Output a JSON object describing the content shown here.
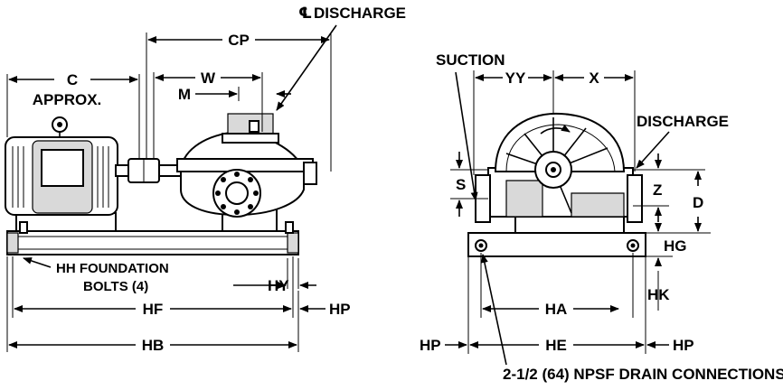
{
  "labels": {
    "c": "C",
    "approx": "APPROX.",
    "cp": "CP",
    "cl_discharge_top": "DISCHARGE",
    "w": "W",
    "m": "M",
    "hh_foundation": "HH FOUNDATION",
    "bolts": "BOLTS (4)",
    "hy": "HY",
    "hf": "HF",
    "hp_side_right": "HP",
    "hb": "HB",
    "suction": "SUCTION",
    "yy": "YY",
    "x": "X",
    "discharge_end": "DISCHARGE",
    "s": "S",
    "z": "Z",
    "d": "D",
    "hg": "HG",
    "hk": "HK",
    "ha": "HA",
    "hp_end_left": "HP",
    "he": "HE",
    "hp_end_right": "HP",
    "drain": "2-1/2 (64) NPSF DRAIN CONNECTIONS"
  },
  "colors": {
    "ink": "#000000",
    "shade": "#d9d9d9",
    "background": "#ffffff"
  }
}
